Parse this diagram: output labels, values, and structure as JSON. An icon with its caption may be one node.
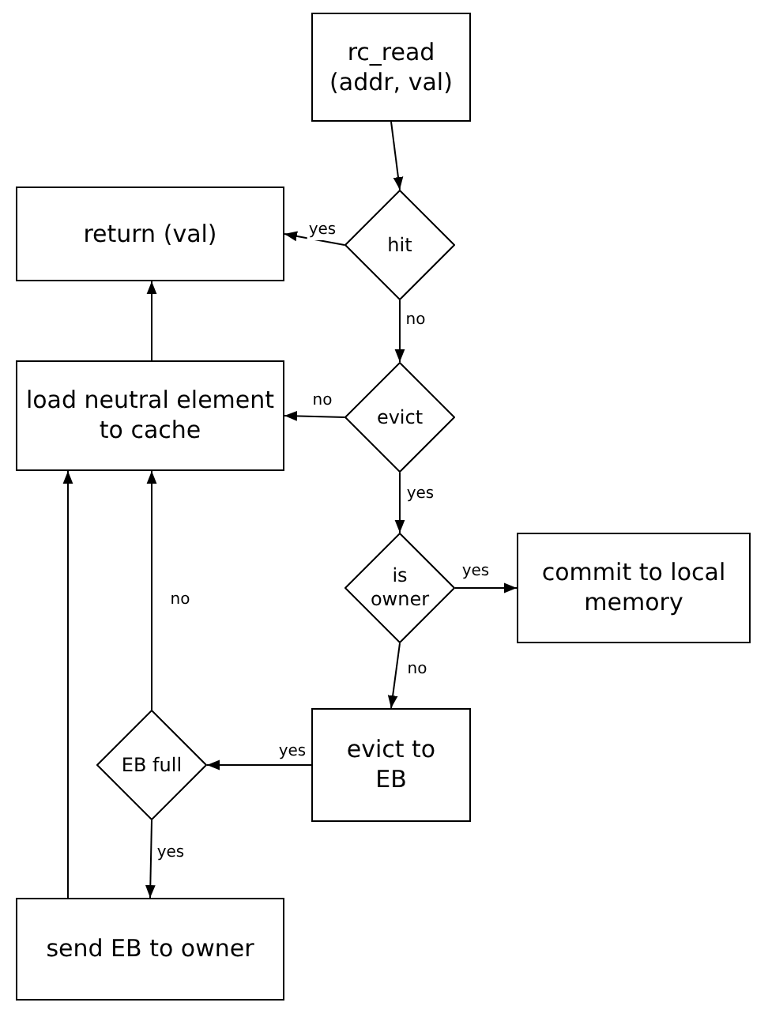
{
  "diagram": {
    "nodes": [
      {
        "text": [
          "rc_read (addr, val)"
        ]
      },
      {
        "text": [
          "hit"
        ]
      },
      {
        "text": [
          "return (val)"
        ]
      },
      {
        "text": [
          "load neutral element to cache"
        ]
      },
      {
        "text": [
          "evict"
        ]
      },
      {
        "text": [
          "is owner"
        ]
      },
      {
        "text": [
          "commit to local memory"
        ]
      },
      {
        "text": [
          "evict to EB"
        ]
      },
      {
        "text": [
          "EB full"
        ]
      },
      {
        "text": [
          "send EB to owner"
        ]
      }
    ],
    "edges": [
      {
        "from": 0,
        "to": 1,
        "arrow": "to"
      },
      {
        "from": 1,
        "to": 2,
        "arrow": "to",
        "label": "yes"
      },
      {
        "from": 1,
        "to": 4,
        "arrow": "to",
        "label": "no"
      },
      {
        "from": 4,
        "to": 3,
        "arrow": "to",
        "label": "no"
      },
      {
        "from": 3,
        "to": 2,
        "arrow": "to"
      },
      {
        "from": 4,
        "to": 5,
        "arrow": "to",
        "label": "yes"
      },
      {
        "from": 5,
        "to": 6,
        "arrow": "to",
        "label": "yes"
      },
      {
        "from": 5,
        "to": 7,
        "arrow": "to",
        "label": "no"
      },
      {
        "from": 7,
        "to": 8,
        "arrow": "to",
        "label": "yes"
      },
      {
        "from": 8,
        "to": 3,
        "arrow": "to",
        "label": "no"
      },
      {
        "from": 8,
        "to": 9,
        "arrow": "to",
        "label": "yes"
      },
      {
        "from": 9,
        "to": 3,
        "arrow": "to"
      }
    ]
  }
}
